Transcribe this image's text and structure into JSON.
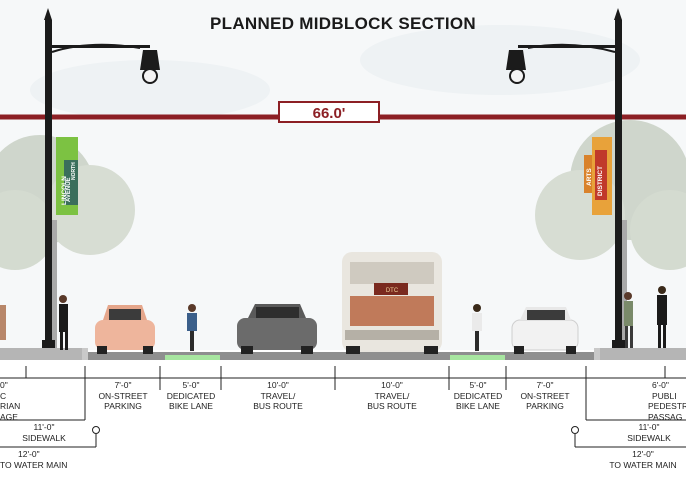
{
  "title": "PLANNED MIDBLOCK SECTION",
  "total_width": "66.0'",
  "banners": {
    "left": [
      "LINCOLN",
      "AVENUE",
      "NORTH"
    ],
    "right": [
      "ARTS",
      "DISTRICT"
    ]
  },
  "zones": [
    {
      "dim": "7'-0\"",
      "label1": "ON-STREET",
      "label2": "PARKING"
    },
    {
      "dim": "5'-0\"",
      "label1": "DEDICATED",
      "label2": "BIKE LANE"
    },
    {
      "dim": "10'-0\"",
      "label1": "TRAVEL/",
      "label2": "BUS ROUTE"
    },
    {
      "dim": "10'-0\"",
      "label1": "TRAVEL/",
      "label2": "BUS ROUTE"
    },
    {
      "dim": "5'-0\"",
      "label1": "DEDICATED",
      "label2": "BIKE LANE"
    },
    {
      "dim": "7'-0\"",
      "label1": "ON-STREET",
      "label2": "PARKING"
    }
  ],
  "left_edge": {
    "dim": "0\"",
    "label1": "C",
    "label2": "RIAN",
    "label3": "AGE",
    "sidewalk_dim": "11'-0\"",
    "sidewalk_label": "SIDEWALK",
    "water_dim": "12'-0\"",
    "water_label": "TO WATER MAIN"
  },
  "right_edge": {
    "dim": "6'-0\"",
    "label1": "PUBLI",
    "label2": "PEDESTR",
    "label3": "PASSAG",
    "sidewalk_dim": "11'-0\"",
    "sidewalk_label": "SIDEWALK",
    "water_dim": "12'-0\"",
    "water_label": "TO WATER MAIN"
  },
  "bus_sign": "DTC",
  "colors": {
    "dimension_line": "#8c1f24",
    "bike_lane": "#a8e6a0",
    "road": "#8f8f8f",
    "pole": "#1b1b1b",
    "banner_left": "#7cc242",
    "banner_right": "#d9822b"
  }
}
